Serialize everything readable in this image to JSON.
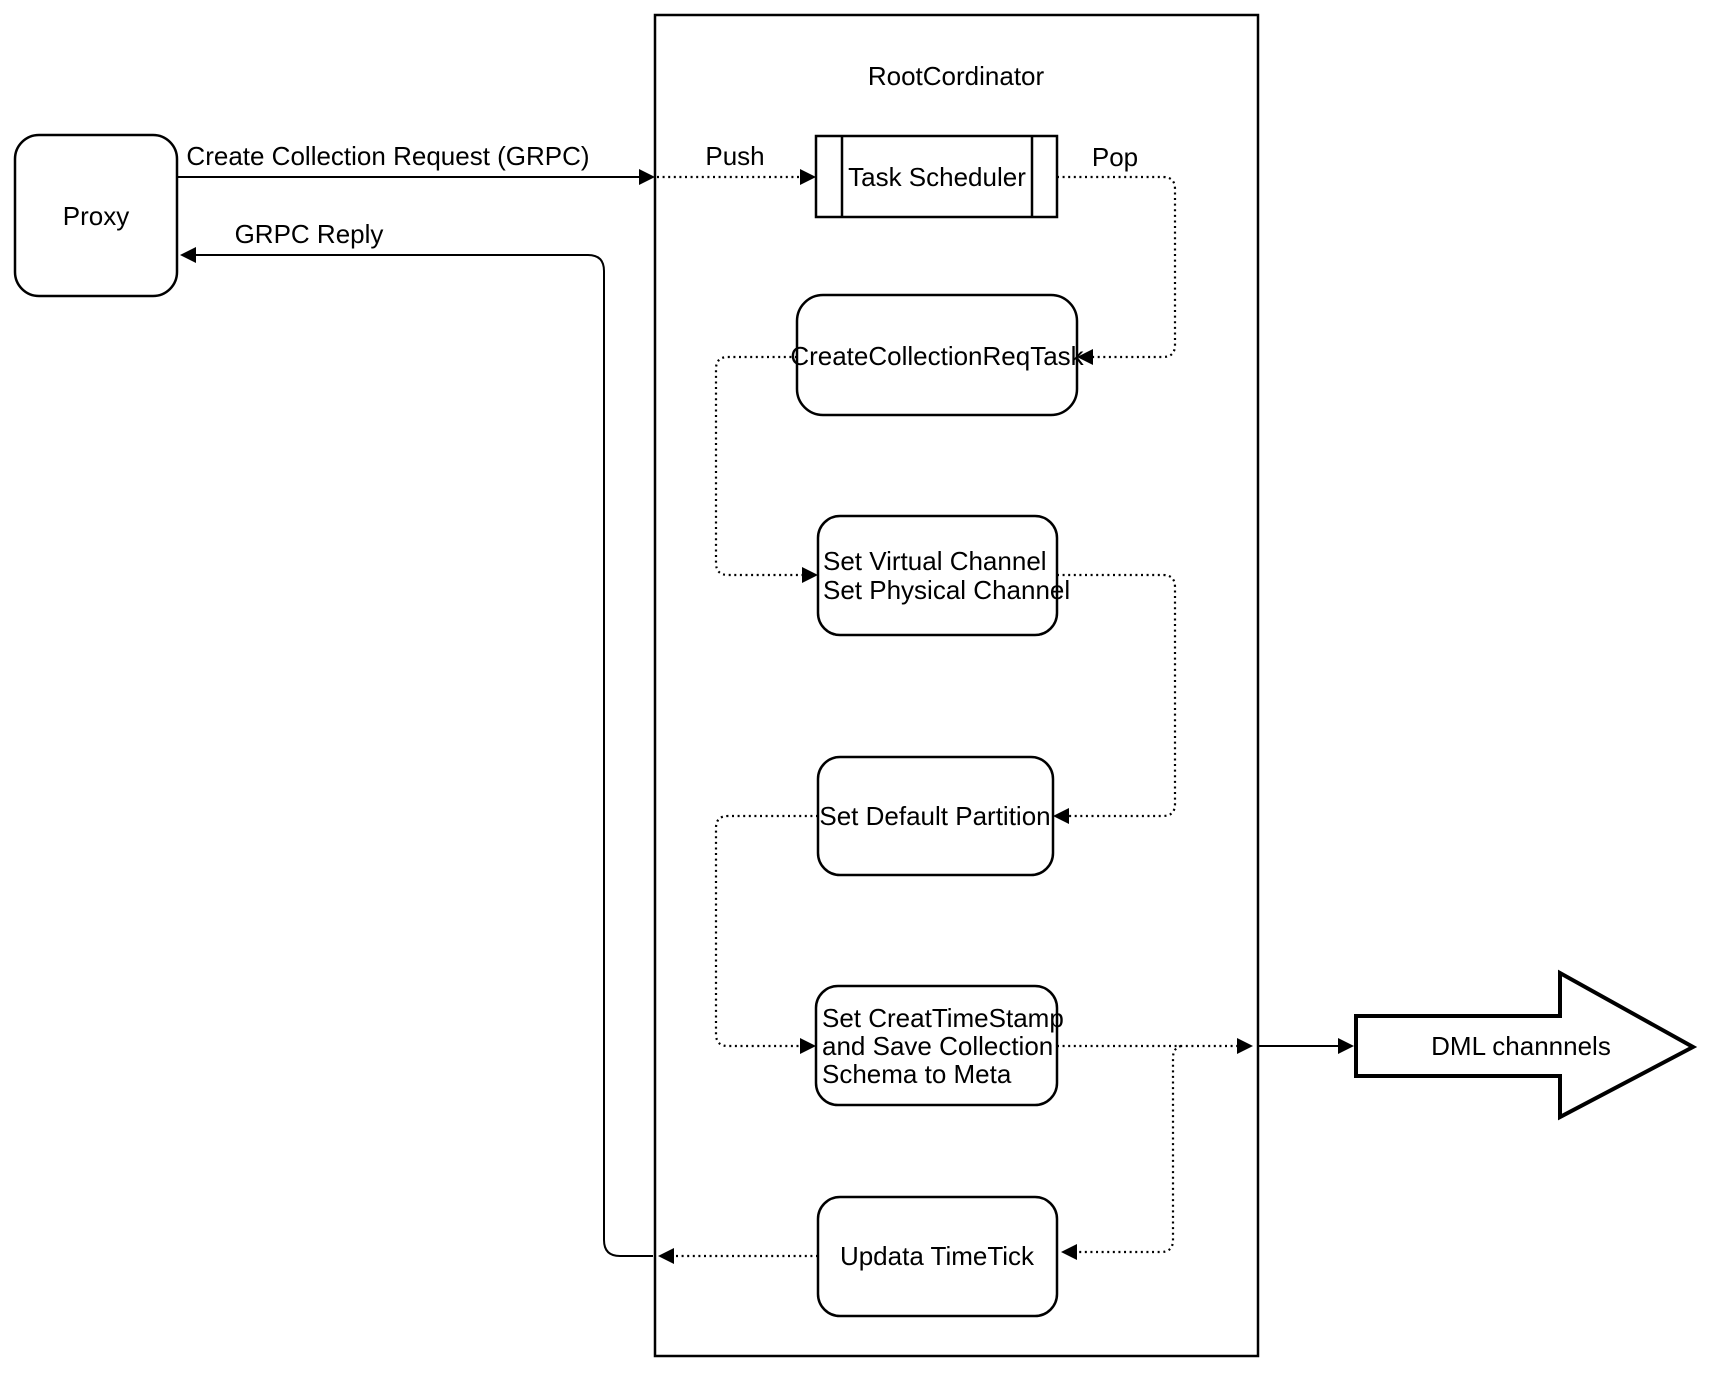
{
  "diagram": {
    "colors": {
      "stroke": "#000000",
      "background": "#ffffff"
    },
    "proxy": {
      "label": "Proxy"
    },
    "container": {
      "title": "RootCordinator"
    },
    "nodes": {
      "task_scheduler": {
        "label": "Task Scheduler"
      },
      "create_collection_req_task": {
        "label": "CreateCollectionReqTask"
      },
      "set_channels": {
        "lines": [
          "Set Virtual Channel",
          "Set Physical Channel"
        ]
      },
      "set_default_partition": {
        "label": "Set Default Partition"
      },
      "set_creat_timestamp": {
        "lines": [
          "Set CreatTimeStamp",
          "and Save Collection",
          "Schema to Meta"
        ]
      },
      "updata_timetick": {
        "label": "Updata TimeTick"
      }
    },
    "edges": {
      "create_collection_request": {
        "label": "Create Collection Request (GRPC)"
      },
      "grpc_reply": {
        "label": "GRPC Reply"
      },
      "push": {
        "label": "Push"
      },
      "pop": {
        "label": "Pop"
      }
    },
    "dml": {
      "label": "DML channnels"
    }
  }
}
